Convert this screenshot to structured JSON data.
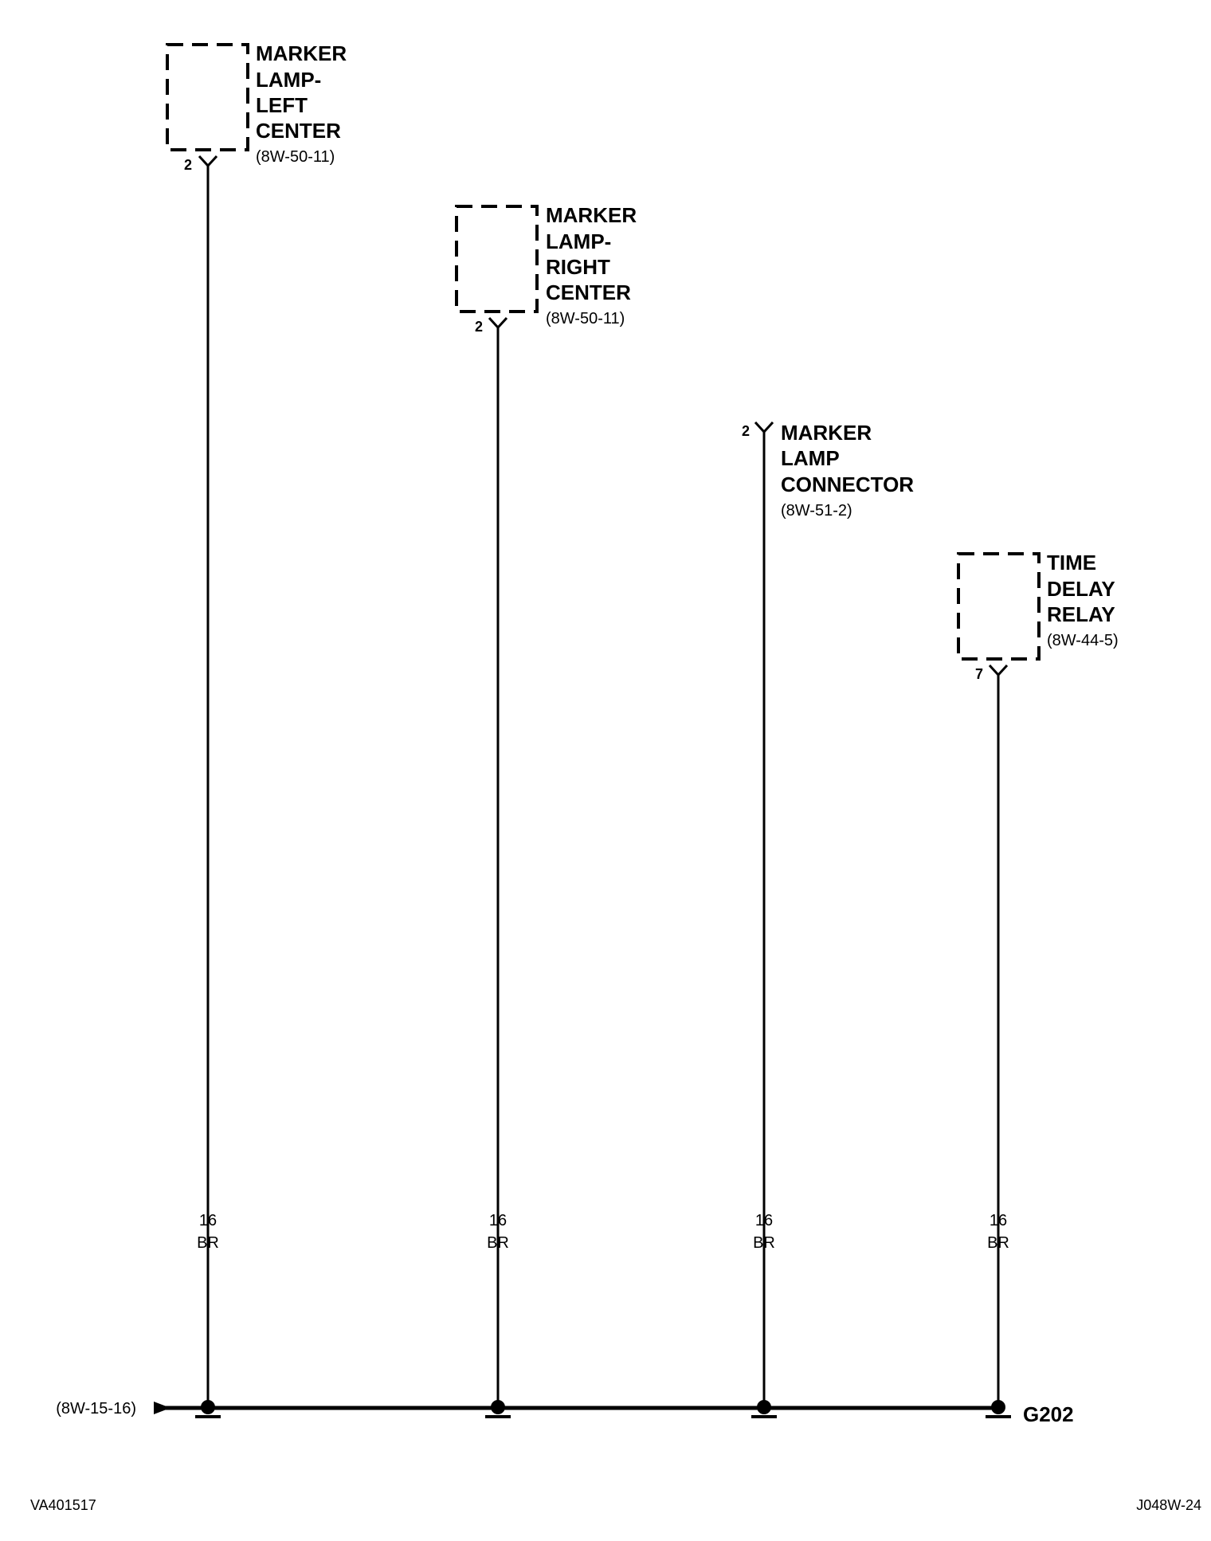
{
  "components": [
    {
      "id": "marker-lamp-left-center",
      "name_lines": [
        "MARKER",
        "LAMP-",
        "LEFT",
        "CENTER"
      ],
      "ref": "(8W-50-11)",
      "pin": "2",
      "enclosure": "dashed-box"
    },
    {
      "id": "marker-lamp-right-center",
      "name_lines": [
        "MARKER",
        "LAMP-",
        "RIGHT",
        "CENTER"
      ],
      "ref": "(8W-50-11)",
      "pin": "2",
      "enclosure": "dashed-box"
    },
    {
      "id": "marker-lamp-connector",
      "name_lines": [
        "MARKER",
        "LAMP",
        "CONNECTOR"
      ],
      "ref": "(8W-51-2)",
      "pin": "2",
      "enclosure": "none"
    },
    {
      "id": "time-delay-relay",
      "name_lines": [
        "TIME",
        "DELAY",
        "RELAY"
      ],
      "ref": "(8W-44-5)",
      "pin": "7",
      "enclosure": "dashed-box"
    }
  ],
  "wires": [
    {
      "gauge": "16",
      "color": "BR"
    },
    {
      "gauge": "16",
      "color": "BR"
    },
    {
      "gauge": "16",
      "color": "BR"
    },
    {
      "gauge": "16",
      "color": "BR"
    }
  ],
  "ground": {
    "name": "G202",
    "from_ref": "(8W-15-16)"
  },
  "footer": {
    "left_code": "VA401517",
    "right_code": "J048W-24"
  },
  "colors": {
    "line": "#000000",
    "background": "#ffffff"
  }
}
